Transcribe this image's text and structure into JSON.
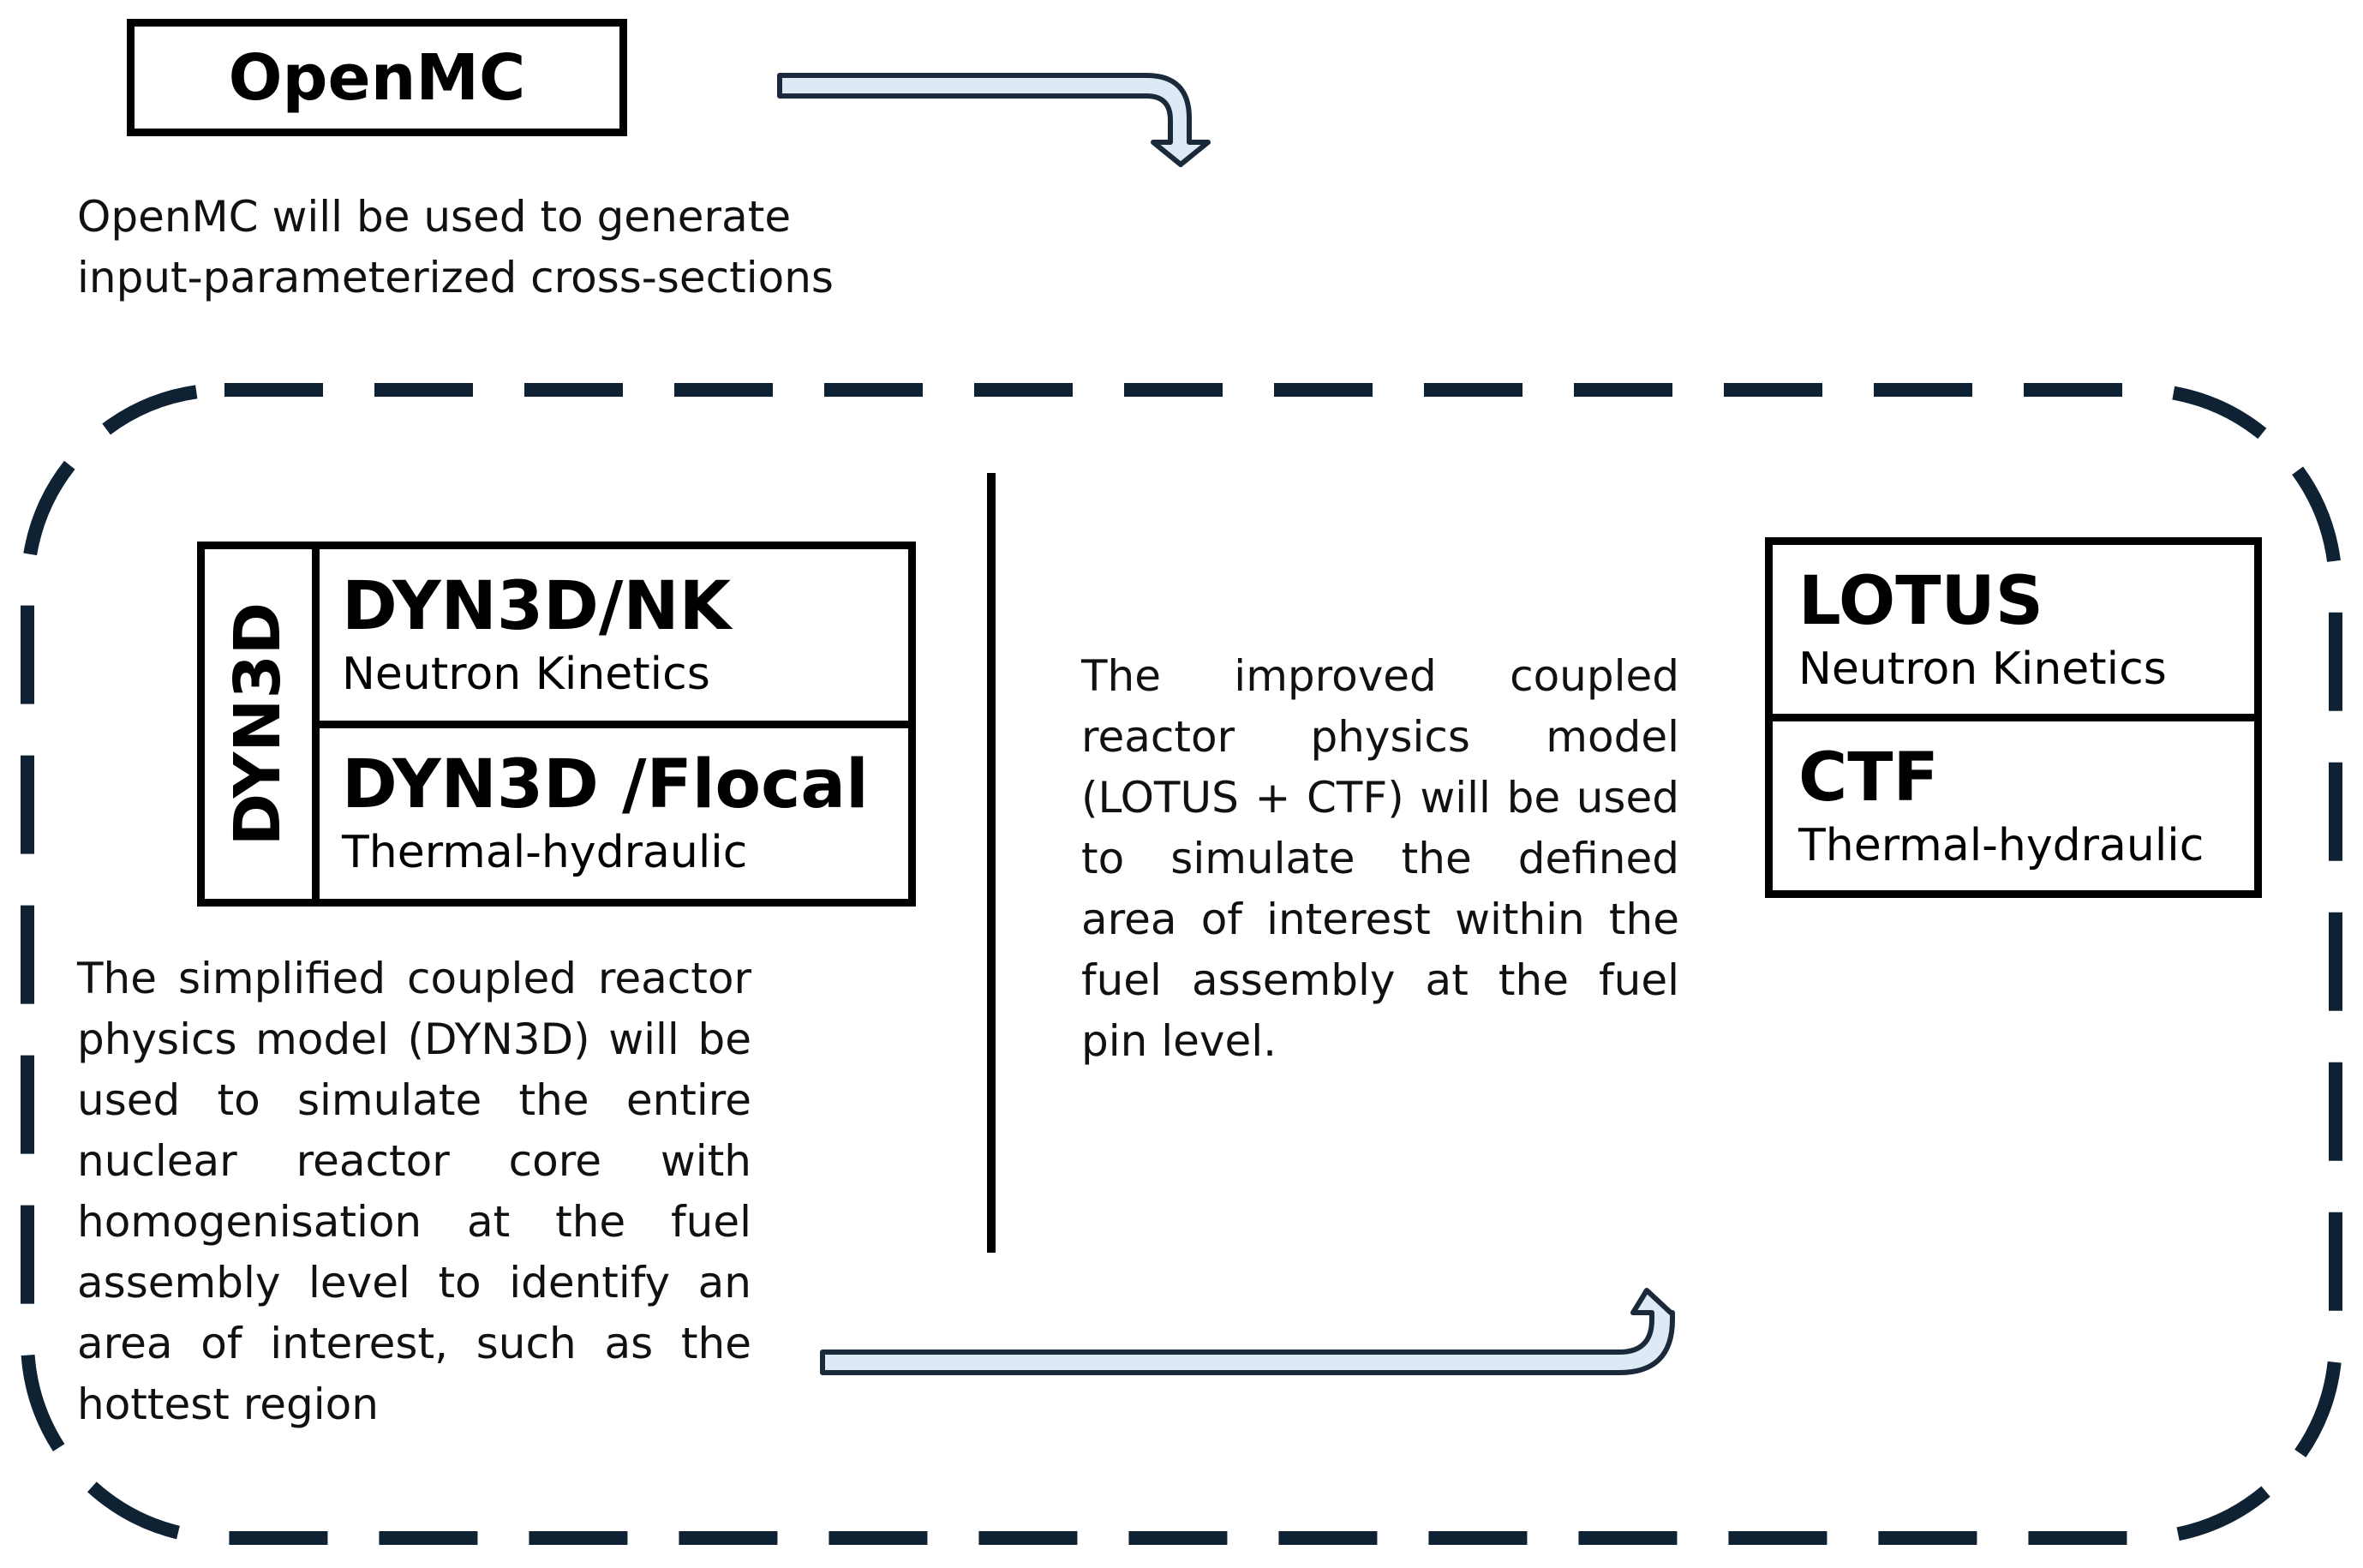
{
  "openmc": {
    "title": "OpenMC",
    "description_lines": [
      "OpenMC will be used to generate",
      "input-parameterized cross-sections"
    ]
  },
  "dyn3d": {
    "vertical_label": "DYN3D",
    "nk": {
      "title": "DYN3D/NK",
      "subtitle": "Neutron Kinetics"
    },
    "flocal": {
      "title": "DYN3D /Flocal",
      "subtitle": "Thermal-hydraulic"
    },
    "description": "The simplified coupled reactor physics model (DYN3D) will be used to simulate the entire nuclear reactor core with homogenisation at the fuel assembly level to identify an area of interest, such as the hottest region"
  },
  "lotus_ctf": {
    "description": "The improved coupled reactor physics model (LOTUS + CTF) will be used to simulate the defined area of interest within the fuel assembly at the fuel pin level.",
    "lotus": {
      "title": "LOTUS",
      "subtitle": "Neutron Kinetics"
    },
    "ctf": {
      "title": "CTF",
      "subtitle": "Thermal-hydraulic"
    }
  },
  "colors": {
    "frame_dash": "#0e2233",
    "arrow_fill": "#ddeaf5",
    "arrow_stroke": "#1a2a3a",
    "box_border": "#000000"
  }
}
